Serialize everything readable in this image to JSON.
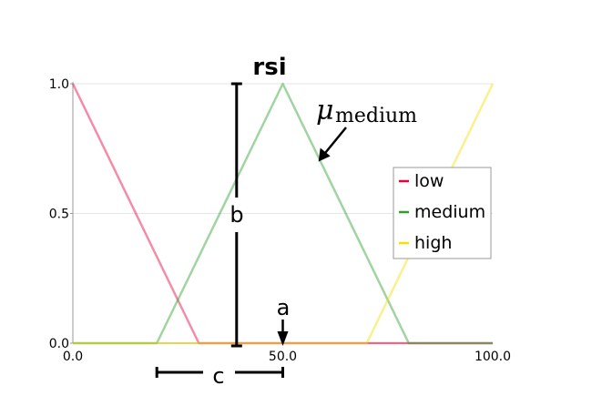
{
  "chart_data": {
    "type": "line",
    "title": "rsi",
    "xlabel": "",
    "ylabel": "",
    "xlim": [
      0,
      100
    ],
    "ylim": [
      0,
      1
    ],
    "x_ticks": [
      "0.0",
      "50.0",
      "100.0"
    ],
    "y_ticks": [
      "0.0",
      "0.5",
      "1.0"
    ],
    "grid": true,
    "legend_position": "right",
    "series": [
      {
        "name": "low",
        "color": "#e8003c",
        "x": [
          0,
          30,
          100
        ],
        "y": [
          1,
          0,
          0
        ]
      },
      {
        "name": "medium",
        "color": "#2ca02c",
        "x": [
          0,
          20,
          50,
          80,
          100
        ],
        "y": [
          0,
          0,
          1,
          0,
          0
        ]
      },
      {
        "name": "high",
        "color": "#f5e000",
        "x": [
          0,
          70,
          100
        ],
        "y": [
          0,
          0,
          1
        ]
      }
    ],
    "annotations": {
      "mu_symbol": "μ",
      "mu_subscript": "medium",
      "a_label": "a",
      "b_label": "b",
      "c_label": "c",
      "a_value": 50,
      "b_top_value": 1,
      "b_x_value": 39,
      "c_range": [
        20,
        50
      ],
      "mu_arrow_target": [
        58.5,
        0.7
      ]
    }
  }
}
